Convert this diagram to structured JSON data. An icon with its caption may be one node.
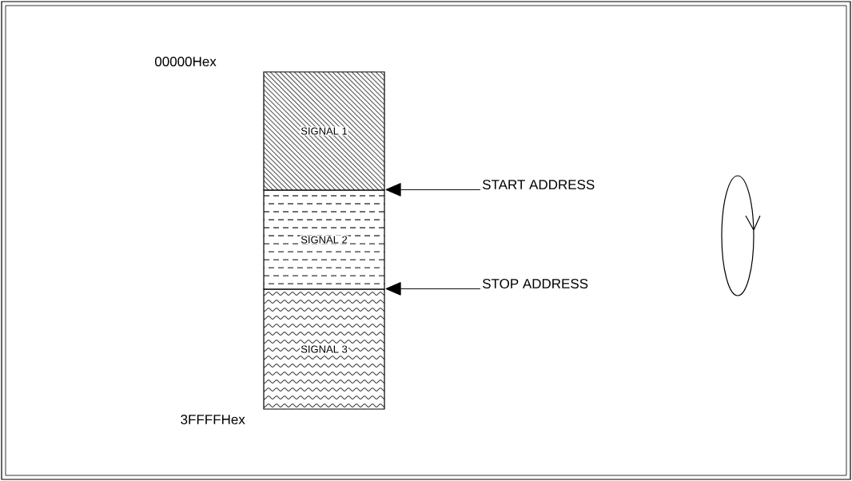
{
  "diagram": {
    "nodes": [
      {
        "text": [
          "SIGNAL 1"
        ]
      },
      {
        "text": [
          "SIGNAL 2"
        ]
      },
      {
        "text": [
          "SIGNAL 3"
        ]
      },
      {
        "text": [
          "START ADDRESS"
        ]
      },
      {
        "text": [
          "STOP ADDRESS"
        ]
      }
    ],
    "edges": [
      {
        "from": 3,
        "to": 1,
        "arrow": "to"
      },
      {
        "from": 4,
        "to": 2,
        "arrow": "to"
      }
    ],
    "labels": [
      "00000Hex",
      "3FFFFHex"
    ]
  }
}
